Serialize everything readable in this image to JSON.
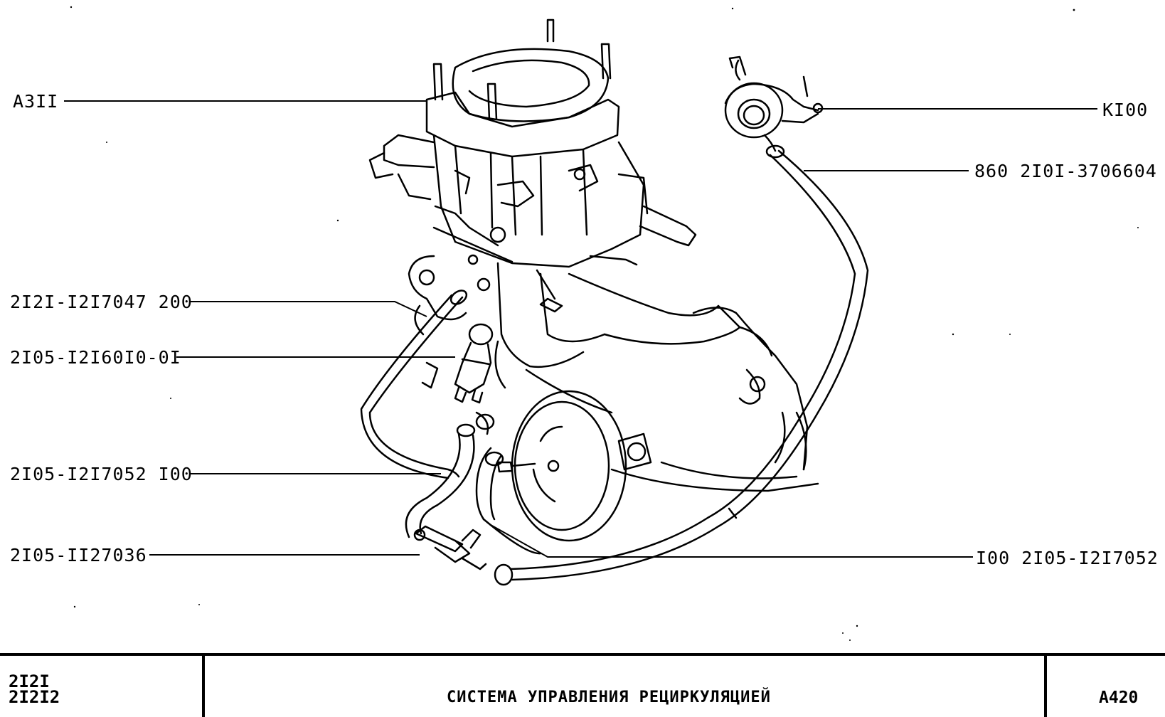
{
  "callouts": {
    "left": [
      "A3II",
      "2I2I-I2I7047 200",
      "2I05-I2I60I0-0I",
      "2I05-I2I7052 I00",
      "2I05-II27036"
    ],
    "right": [
      "KI00",
      "860 2I0I-3706604",
      "I00 2I05-I2I7052"
    ]
  },
  "title_block": {
    "models": [
      "2I2I",
      "2I2I2"
    ],
    "title": "СИСТЕМА УПРАВЛЕНИЯ РЕЦИРКУЛЯЦИЕЙ",
    "code": "A420"
  },
  "colors": {
    "ink": "#000000",
    "paper": "#ffffff"
  }
}
